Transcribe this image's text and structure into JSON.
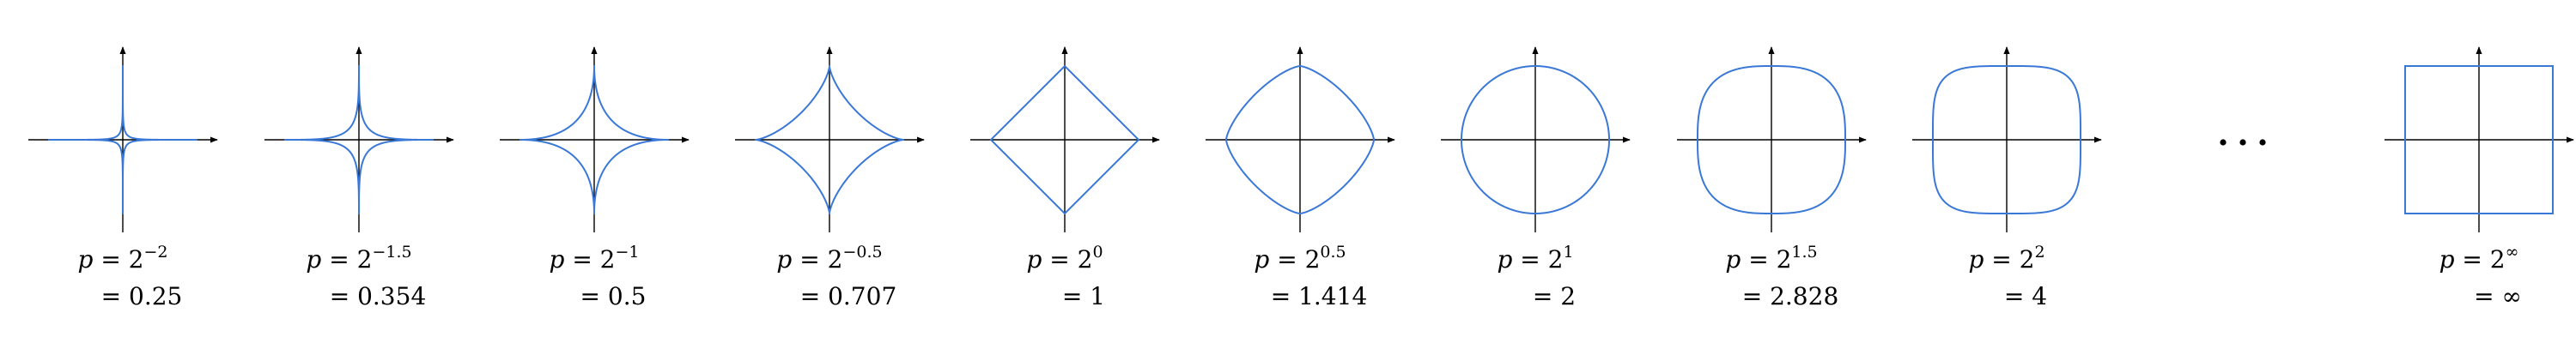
{
  "diagram": {
    "panels": [
      {
        "p": 0.25,
        "label": {
          "var": "p",
          "eq": "= 2",
          "exp": "−2",
          "value": "= 0.25"
        }
      },
      {
        "p": 0.354,
        "label": {
          "var": "p",
          "eq": "= 2",
          "exp": "−1.5",
          "value": "= 0.354"
        }
      },
      {
        "p": 0.5,
        "label": {
          "var": "p",
          "eq": "= 2",
          "exp": "−1",
          "value": "= 0.5"
        }
      },
      {
        "p": 0.707,
        "label": {
          "var": "p",
          "eq": "= 2",
          "exp": "−0.5",
          "value": "= 0.707"
        }
      },
      {
        "p": 1,
        "label": {
          "var": "p",
          "eq": "= 2",
          "exp": "0",
          "value": "= 1"
        }
      },
      {
        "p": 1.414,
        "label": {
          "var": "p",
          "eq": "= 2",
          "exp": "0.5",
          "value": "= 1.414"
        }
      },
      {
        "p": 2,
        "label": {
          "var": "p",
          "eq": "= 2",
          "exp": "1",
          "value": "= 2"
        }
      },
      {
        "p": 2.828,
        "label": {
          "var": "p",
          "eq": "= 2",
          "exp": "1.5",
          "value": "= 2.828"
        }
      },
      {
        "p": 4,
        "label": {
          "var": "p",
          "eq": "= 2",
          "exp": "2",
          "value": "= 4"
        }
      },
      {
        "p": "infinity",
        "label": {
          "var": "p",
          "eq": "= 2",
          "exp": "∞",
          "value": "= ∞"
        }
      }
    ],
    "ellipsis": "..."
  },
  "colors": {
    "curve": "#3a78d8",
    "axis": "#000000",
    "text": "#000000"
  }
}
